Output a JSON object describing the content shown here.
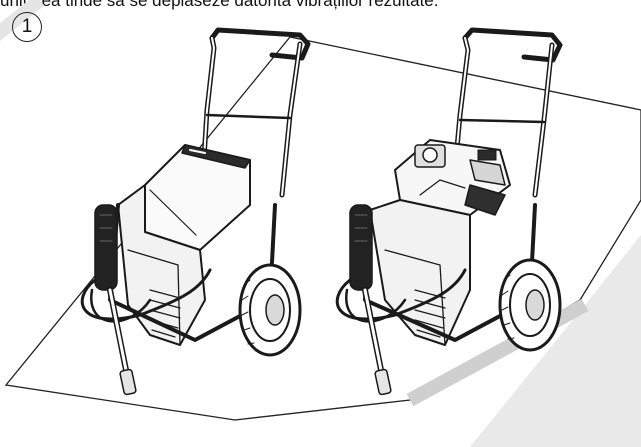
{
  "caption": {
    "text": "unitatea tinde să se deplaseze datorită vibrațiilor rezultate."
  },
  "figure": {
    "number": "1",
    "items": [
      {
        "name": "electric-sprayer",
        "motor": "electric-motor-icon"
      },
      {
        "name": "gas-sprayer",
        "motor": "gas-engine-icon"
      }
    ],
    "colors": {
      "line": "#1a1a1a",
      "surface": "#e8e8e8",
      "accent": "#bdbdbd"
    }
  }
}
